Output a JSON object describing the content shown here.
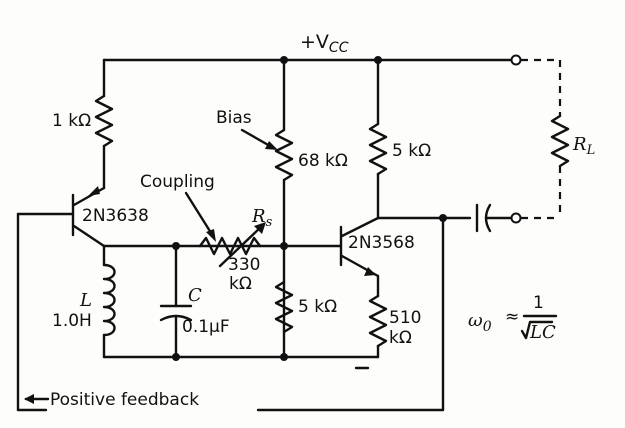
{
  "supply": {
    "label": "+V",
    "sub": "CC"
  },
  "resistors": {
    "r1k": "1 kΩ",
    "r68k": "68 kΩ",
    "r5k_collector": "5 kΩ",
    "r5k_base": "5 kΩ",
    "r330_value": "330",
    "r330_unit": "kΩ",
    "r510_value": "510",
    "r510_unit": "kΩ",
    "rs_label": "R",
    "rs_sub": "s",
    "rl_label": "R",
    "rl_sub": "L"
  },
  "annotations": {
    "bias": "Bias",
    "coupling": "Coupling",
    "feedback": "Positive feedback"
  },
  "transistors": {
    "q1": "2N3638",
    "q2": "2N3568"
  },
  "inductor": {
    "label": "L",
    "value": "1.0H"
  },
  "capacitor": {
    "label": "C",
    "value": "0.1μF"
  },
  "formula": {
    "lhs": "ω",
    "lhs_sub": "0",
    "approx": "≈",
    "num": "1",
    "den": "LC"
  }
}
